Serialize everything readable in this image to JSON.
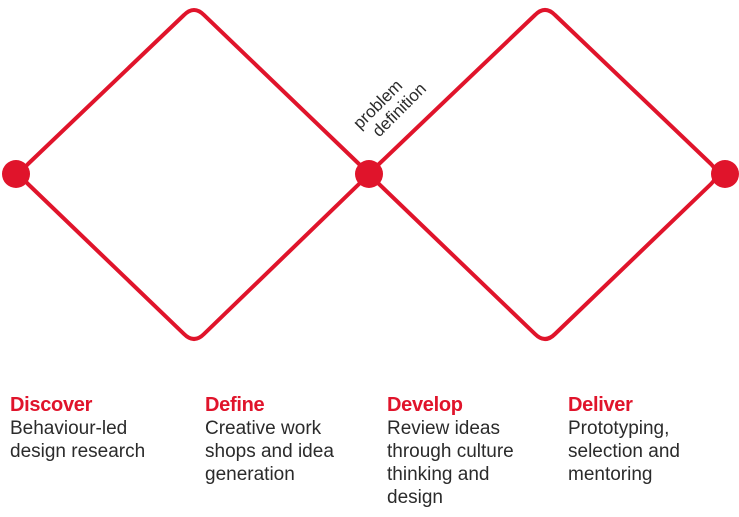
{
  "diagram": {
    "annotation": "problem\ndefinition",
    "line_color": "#e0142b"
  },
  "phases": [
    {
      "title": "Discover",
      "description": "Behaviour-led\ndesign research"
    },
    {
      "title": "Define",
      "description": "Creative work\nshops and idea\ngeneration"
    },
    {
      "title": "Develop",
      "description": "Review ideas\nthrough culture\nthinking and\ndesign"
    },
    {
      "title": "Deliver",
      "description": "Prototyping,\nselection and\nmentoring"
    }
  ]
}
